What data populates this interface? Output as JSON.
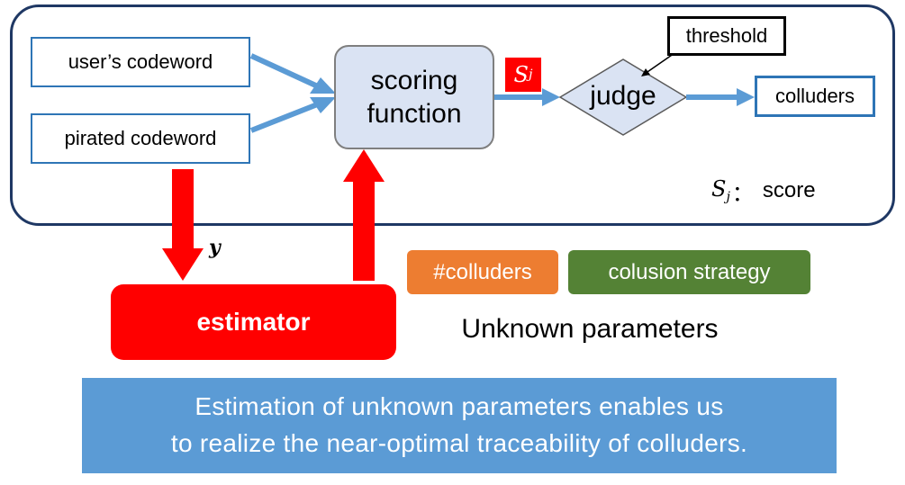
{
  "diagram": {
    "inputs": {
      "user_codeword": "user’s codeword",
      "pirated_codeword": "pirated codeword"
    },
    "scoring_function": {
      "line1": "scoring",
      "line2": "function"
    },
    "score_symbol": {
      "base": "S",
      "sub": "j"
    },
    "judge": "judge",
    "threshold": "threshold",
    "output": "colluders",
    "score_legend": {
      "separator": "：",
      "text": "score"
    },
    "y_label": "y",
    "estimator": "estimator",
    "parameters": {
      "num_colluders": "#colluders",
      "strategy": "colusion strategy",
      "caption": "Unknown parameters"
    },
    "banner": {
      "line1": "Estimation of unknown parameters enables us",
      "line2": "to realize the near-optimal traceability of colluders."
    }
  },
  "colors": {
    "frame": "#1f3864",
    "flow_arrow": "#5b9bd5",
    "estimator": "#ff0000",
    "param_colluders": "#ed7d31",
    "param_strategy": "#548235",
    "banner": "#5b9bd5"
  }
}
